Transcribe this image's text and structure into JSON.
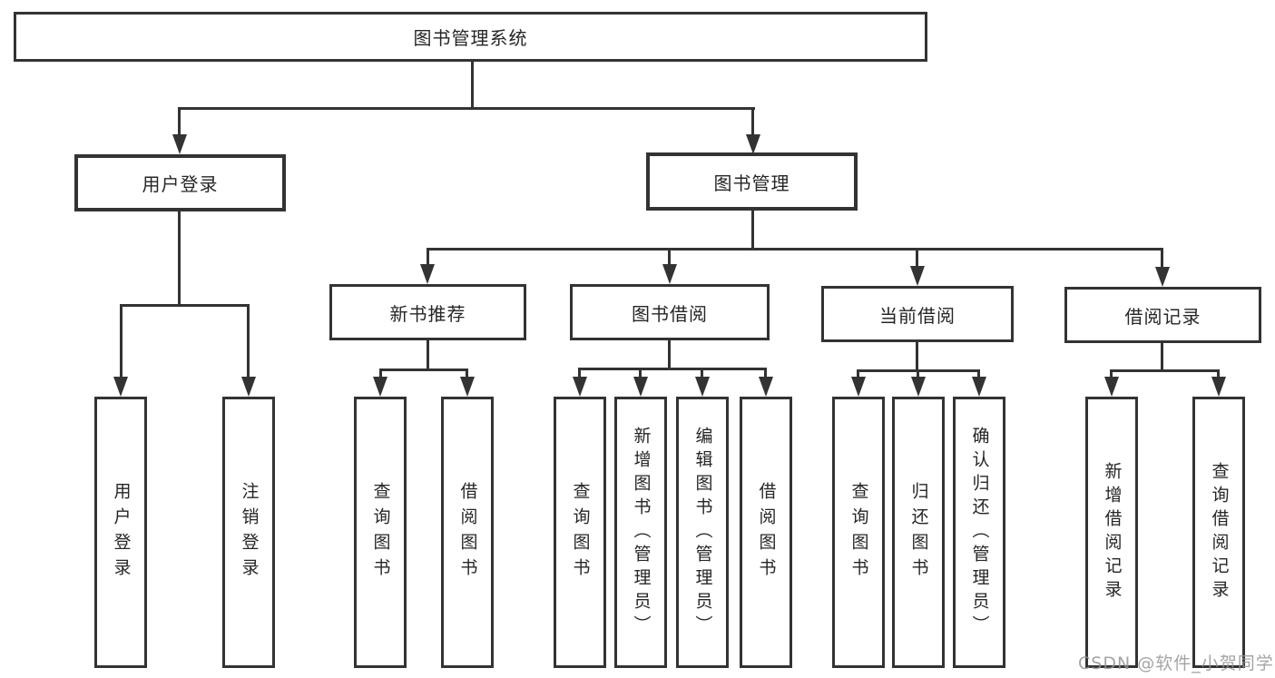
{
  "diagram": {
    "root": {
      "label": "图书管理系统"
    },
    "level1": [
      {
        "label": "用户登录"
      },
      {
        "label": "图书管理"
      }
    ],
    "level2": [
      {
        "label": "新书推荐"
      },
      {
        "label": "图书借阅"
      },
      {
        "label": "当前借阅"
      },
      {
        "label": "借阅记录"
      }
    ],
    "leaves": {
      "user_login": [
        "用户登录",
        "注销登录"
      ],
      "new_book": [
        "查询图书",
        "借阅图书"
      ],
      "book_borrow": [
        "查询图书",
        "新增图书（管理员）",
        "编辑图书（管理员）",
        "借阅图书"
      ],
      "current_borrow": [
        "查询图书",
        "归还图书",
        "确认归还（管理员）"
      ],
      "borrow_record": [
        "新增借阅记录",
        "查询借阅记录"
      ]
    }
  },
  "watermark": "CSDN @软件_小贺同学",
  "colors": {
    "line": "#333333",
    "text": "#262626",
    "background": "#ffffff",
    "watermark": "#949494"
  }
}
